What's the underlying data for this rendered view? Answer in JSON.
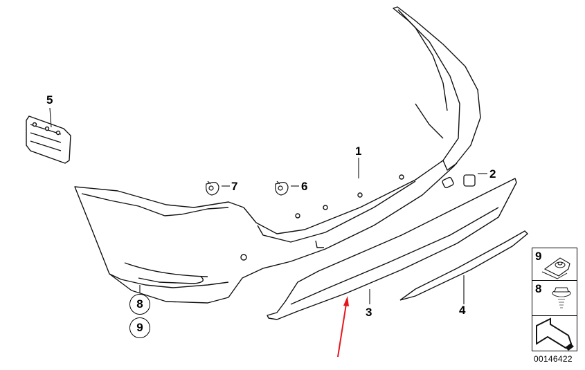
{
  "diagram": {
    "type": "exploded parts diagram",
    "subject": "Rear bumper trim panel assembly",
    "diagram_id": "00146422",
    "highlight_color": "#e8141b",
    "parts": [
      {
        "number": "1",
        "label": "1",
        "name": "rear bumper trim panel"
      },
      {
        "number": "2",
        "label": "2",
        "name": "cap / cover"
      },
      {
        "number": "3",
        "label": "3",
        "name": "lower bumper trim / diffuser"
      },
      {
        "number": "4",
        "label": "4",
        "name": "trim strip"
      },
      {
        "number": "5",
        "label": "5",
        "name": "bracket / grille insert"
      },
      {
        "number": "6",
        "label": "6",
        "name": "clip"
      },
      {
        "number": "7",
        "label": "7",
        "name": "clip"
      },
      {
        "number": "8",
        "label": "8",
        "name": "screw"
      },
      {
        "number": "9",
        "label": "9",
        "name": "clip nut"
      }
    ],
    "circled_callouts": [
      "8",
      "9"
    ],
    "legend": [
      {
        "number": "9",
        "icon": "clip-nut-icon"
      },
      {
        "number": "8",
        "icon": "screw-icon"
      },
      {
        "number": "",
        "icon": "direction-arrow-icon"
      }
    ]
  }
}
